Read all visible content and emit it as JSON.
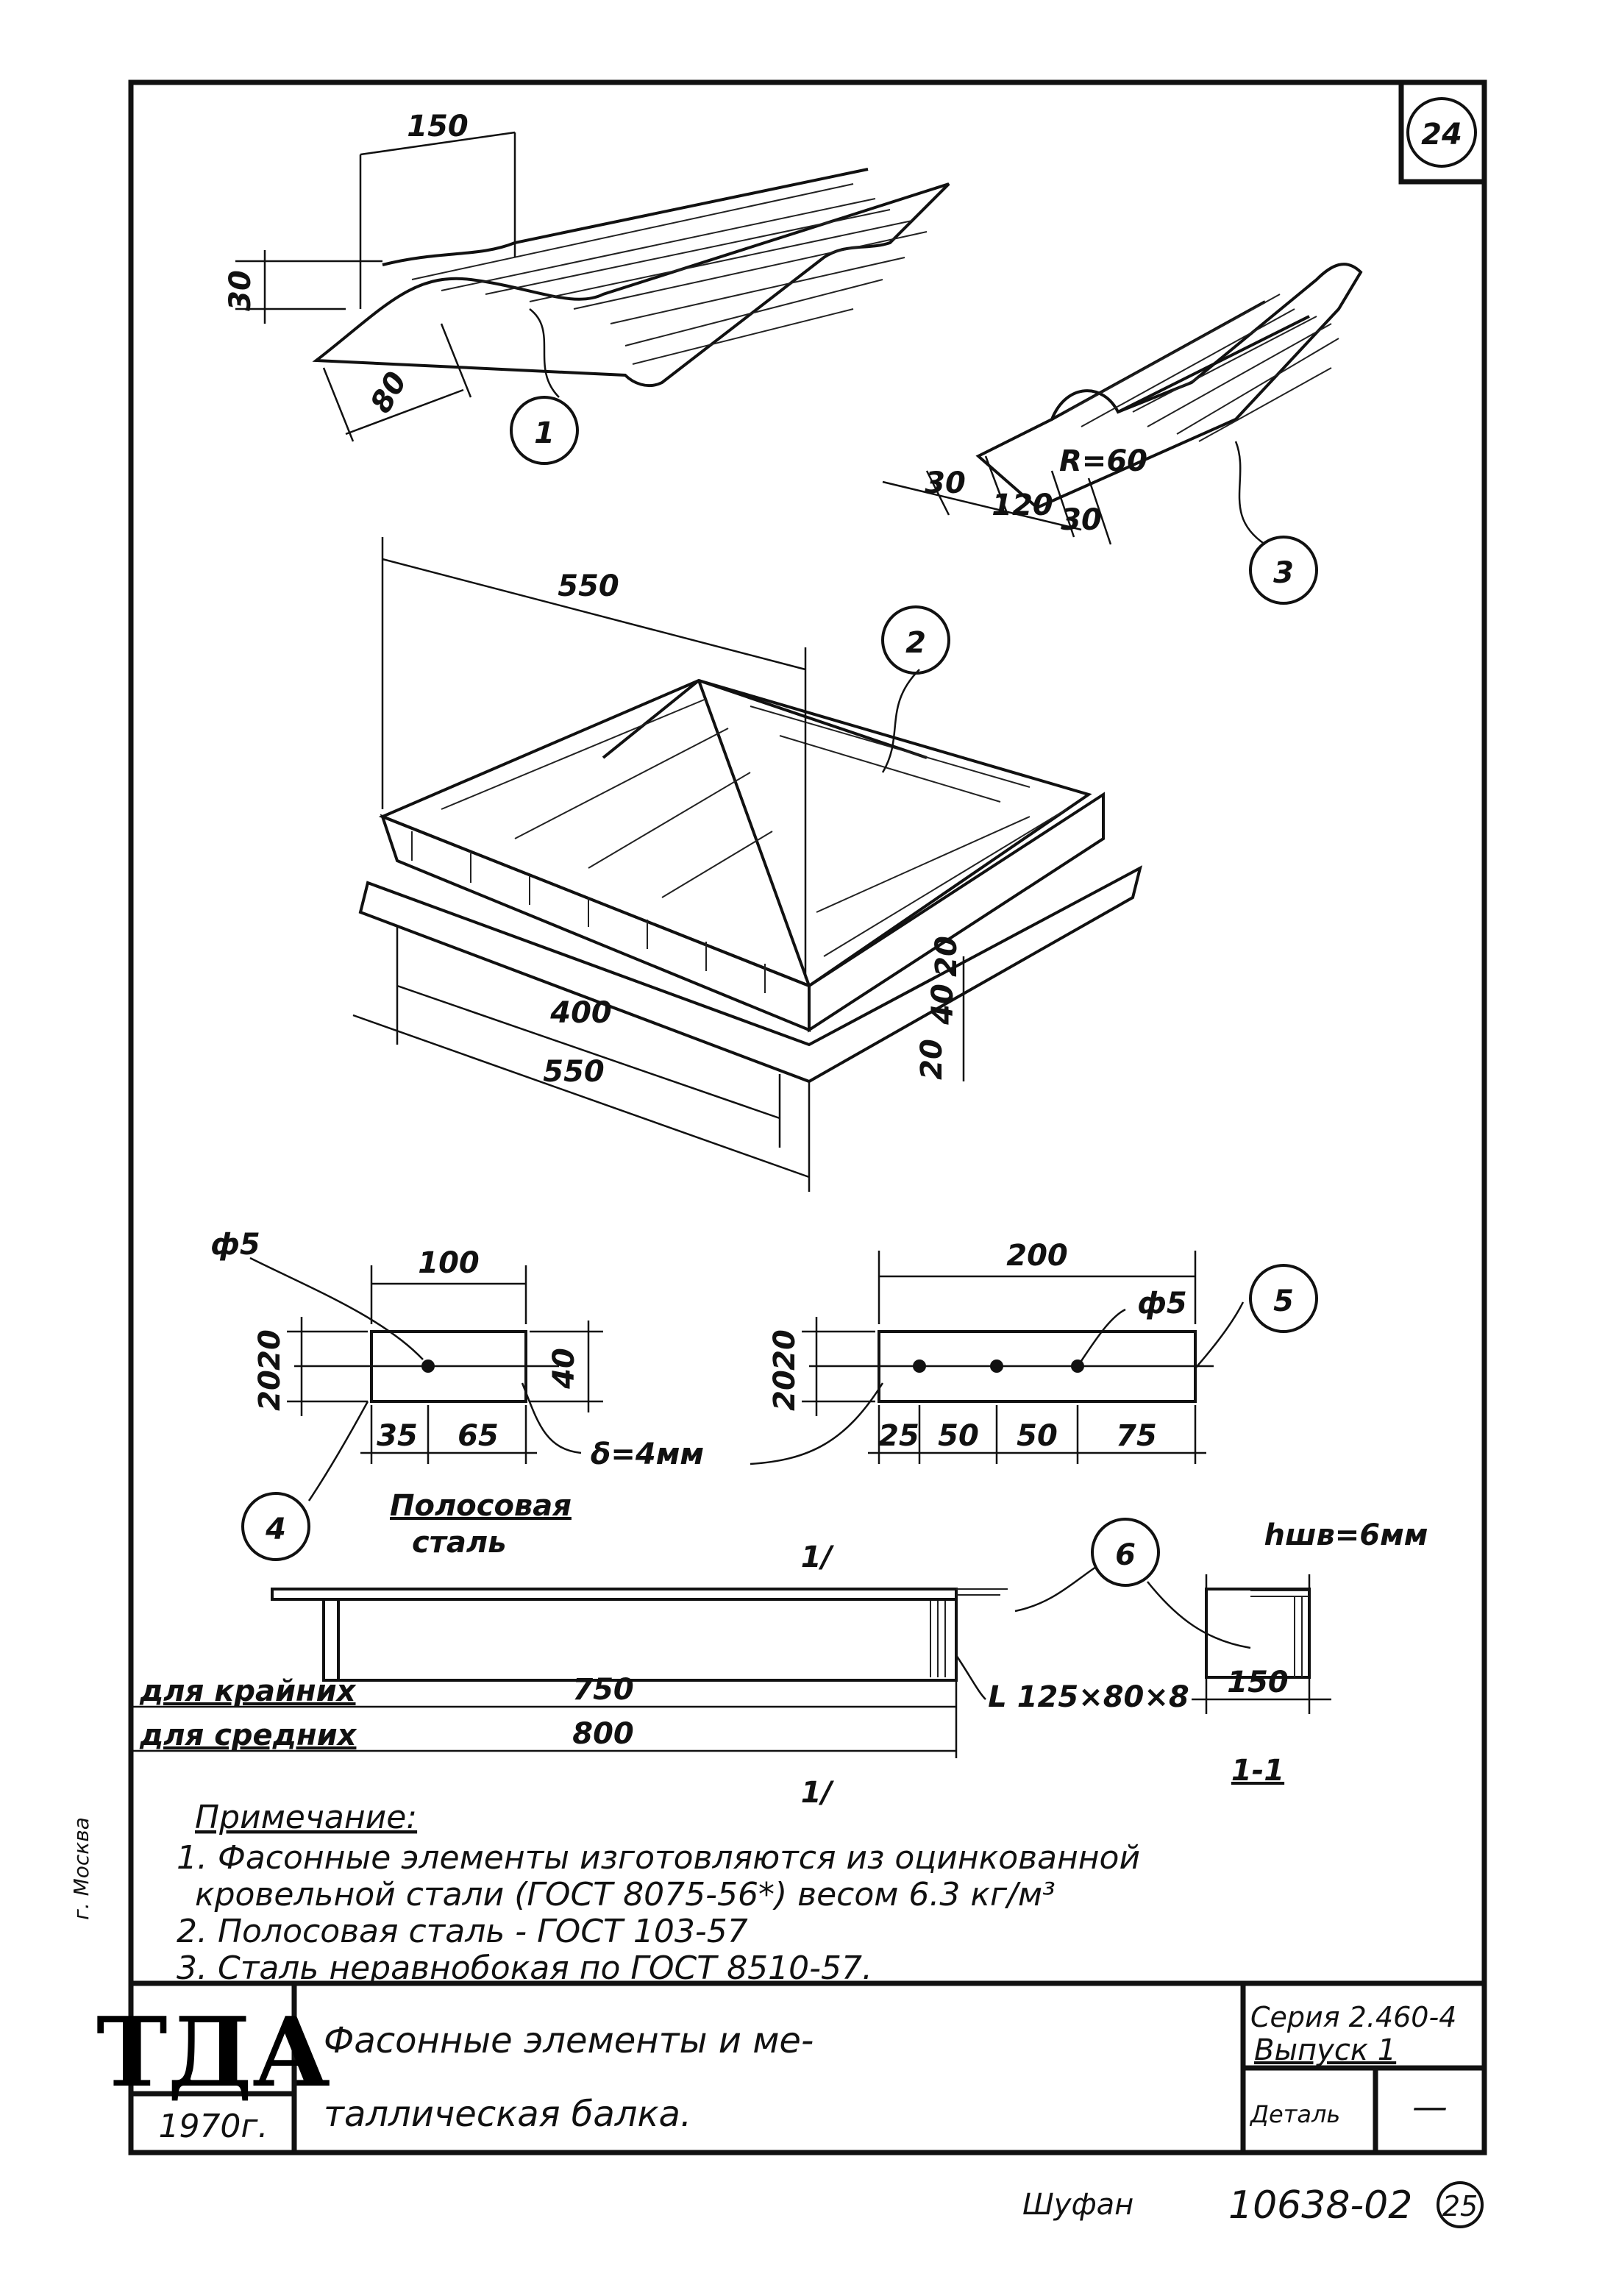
{
  "sheet_number": "24",
  "next_sheet_number": "25",
  "left_margin_note": "г. Москва",
  "items": {
    "item1": {
      "marker": "1",
      "dim_width": "150",
      "dim_height": "30",
      "dim_lap": "80"
    },
    "item3": {
      "marker": "3",
      "radius": "R=60",
      "dim_a": "30",
      "dim_b": "120",
      "dim_c": "30"
    },
    "item2": {
      "marker": "2",
      "dim_top": "550",
      "dim_inner": "400",
      "dim_outer": "550",
      "dim_v1": "20",
      "dim_v2": "40",
      "dim_v3": "20"
    },
    "item4": {
      "marker": "4",
      "hole": "ф5",
      "dim_width": "100",
      "dim_height": "40",
      "dim_v1": "20",
      "dim_v2": "20",
      "dim_a": "35",
      "dim_b": "65",
      "thickness": "δ=4мм",
      "material_line1": "Полосовая",
      "material_line2": "сталь"
    },
    "item5": {
      "marker": "5",
      "hole": "ф5",
      "dim_width": "200",
      "dim_v1": "20",
      "dim_v2": "20",
      "dim_a": "25",
      "dim_b": "50",
      "dim_c": "50",
      "dim_d": "75"
    },
    "item6": {
      "marker": "6",
      "weld": "hшв=6мм",
      "angle": "L 125×80×8",
      "dim_section": "150",
      "section_label": "1-1",
      "cut_mark": "1/",
      "row1_label": "для крайних",
      "row1_value": "750",
      "row2_label": "для средних",
      "row2_value": "800"
    }
  },
  "notes": {
    "heading": "Примечание:",
    "lines": [
      "1. Фасонные элементы изготовляются из оцинкованной",
      "кровельной стали (ГОСТ 8075-56*) весом 6.3 кг/м³",
      "2. Полосовая сталь - ГОСТ 103-57",
      "3. Сталь неравнобокая по ГОСТ 8510-57."
    ]
  },
  "title_block": {
    "org": "ТДА",
    "year": "1970г.",
    "title_line1": "Фасонные элементы и ме-",
    "title_line2": "таллическая балка.",
    "series_line1": "Серия 2.460-4",
    "series_line2": "Выпуск 1",
    "detail_label": "Деталь",
    "detail_value": "—",
    "signature": "Шуфан",
    "doc_number": "10638-02"
  }
}
